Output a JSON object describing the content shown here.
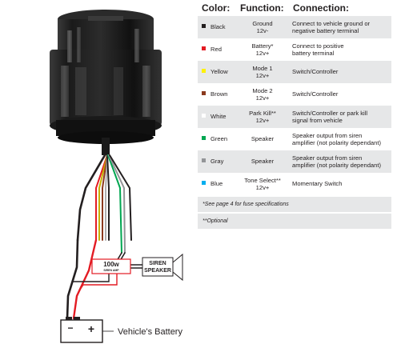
{
  "headers": {
    "color": "Color:",
    "function": "Function:",
    "connection": "Connection:"
  },
  "rows": [
    {
      "color_name": "Black",
      "swatch": "#231f20",
      "function": [
        "Ground",
        "12v-"
      ],
      "connection": [
        "Connect to vehicle ground or",
        "negative battery terminal"
      ]
    },
    {
      "color_name": "Red",
      "swatch": "#e31b23",
      "function": [
        "Battery*",
        "12v+"
      ],
      "connection": [
        "Connect to positive",
        "battery terminal"
      ]
    },
    {
      "color_name": "Yellow",
      "swatch": "#fff200",
      "function": [
        "Mode 1",
        "12v+"
      ],
      "connection": [
        "Switch/Controller"
      ]
    },
    {
      "color_name": "Brown",
      "swatch": "#8b3a1e",
      "function": [
        "Mode 2",
        "12v+"
      ],
      "connection": [
        "Switch/Controller"
      ]
    },
    {
      "color_name": "White",
      "swatch": "#ffffff",
      "function": [
        "Park Kill**",
        "12v+"
      ],
      "connection": [
        "Switch/Controller or park kill",
        "signal from vehicle"
      ]
    },
    {
      "color_name": "Green",
      "swatch": "#00a651",
      "function": [
        "Speaker"
      ],
      "connection": [
        "Speaker output from siren",
        "amplifier (not polarity dependant)"
      ]
    },
    {
      "color_name": "Gray",
      "swatch": "#939598",
      "function": [
        "Speaker"
      ],
      "connection": [
        "Speaker output from siren",
        "amplifier (not polarity dependant)"
      ]
    },
    {
      "color_name": "Blue",
      "swatch": "#00aeef",
      "function": [
        "Tone Select**",
        "12v+"
      ],
      "connection": [
        "Momentary Switch"
      ]
    }
  ],
  "notes": [
    "*See page 4 for fuse specifications",
    "**Optional"
  ],
  "diagram": {
    "amp_label": "100w",
    "amp_sublabel": "SIREN AMP",
    "speaker_label": [
      "SIREN",
      "SPEAKER"
    ],
    "battery_minus": "−",
    "battery_plus": "+",
    "battery_label": "Vehicle's Battery"
  },
  "colors": {
    "shade": "#e6e7e8",
    "text": "#231f20",
    "wire_red": "#e31b23",
    "wire_black": "#231f20"
  }
}
